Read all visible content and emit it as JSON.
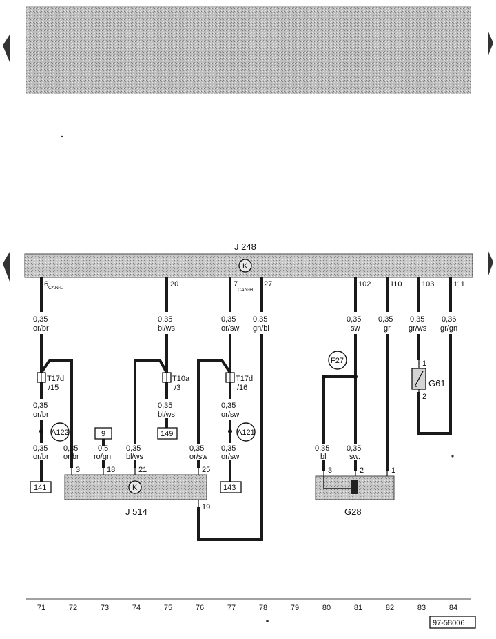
{
  "components": {
    "J248": {
      "label": "J 248",
      "symbol": "K"
    },
    "J514": {
      "label": "J 514",
      "symbol": "K"
    },
    "G28": {
      "label": "G28"
    },
    "G61": {
      "label": "G61"
    },
    "F27": {
      "label": "F27"
    }
  },
  "connectors": {
    "T17d_15": {
      "name": "T17d",
      "pin": "/15"
    },
    "T10a_3": {
      "name": "T10a",
      "pin": "/3"
    },
    "T17d_16": {
      "name": "T17d",
      "pin": "/16"
    }
  },
  "junctions": {
    "A122": "A122",
    "A121": "A121"
  },
  "j248_pins": {
    "p6": "6",
    "can_l": "CAN-L",
    "p20": "20",
    "p7": "7",
    "can_h": "CAN-H",
    "p27": "27",
    "p102": "102",
    "p110": "110",
    "p103": "103",
    "p111": "111"
  },
  "wires": {
    "w6_top": {
      "size": "0,35",
      "color": "or/br"
    },
    "w20_top": {
      "size": "0,35",
      "color": "bl/ws"
    },
    "w7_top": {
      "size": "0,35",
      "color": "or/sw"
    },
    "w27_top": {
      "size": "0,35",
      "color": "gn/bl"
    },
    "w102_top": {
      "size": "0,35",
      "color": "sw"
    },
    "w110_top": {
      "size": "0,35",
      "color": "gr"
    },
    "w103_top": {
      "size": "0,35",
      "color": "gr/ws"
    },
    "w111_top": {
      "size": "0,36",
      "color": "gr/gn"
    },
    "w6_mid": {
      "size": "0,35",
      "color": "or/br"
    },
    "w20_mid": {
      "size": "0,35",
      "color": "bl/ws"
    },
    "w7_mid": {
      "size": "0,35",
      "color": "or/sw"
    },
    "w71_bot": {
      "size": "0,35",
      "color": "or/br"
    },
    "w72_bot": {
      "size": "0,35",
      "color": "or/br"
    },
    "w73_bot": {
      "size": "0,5",
      "color": "ro/gn"
    },
    "w74_bot": {
      "size": "0,35",
      "color": "bl/ws"
    },
    "w76_bot": {
      "size": "0,35",
      "color": "or/sw"
    },
    "w77_bot": {
      "size": "0,35",
      "color": "or/sw"
    },
    "w80_bot": {
      "size": "0,35",
      "color": "bl"
    },
    "w81_bot": {
      "size": "0,35",
      "color": "sw."
    }
  },
  "refs": {
    "r141": "141",
    "r9": "9",
    "r149": "149",
    "r143": "143"
  },
  "j514_pins": {
    "p3": "3",
    "p18": "18",
    "p21": "21",
    "p25": "25",
    "p19": "19"
  },
  "g28_pins": {
    "p3": "3",
    "p2": "2",
    "p1": "1"
  },
  "g61_pins": {
    "p1": "1",
    "p2": "2"
  },
  "columns": [
    "71",
    "72",
    "73",
    "74",
    "75",
    "76",
    "77",
    "78",
    "79",
    "80",
    "81",
    "82",
    "83",
    "84"
  ],
  "doc_id": "97-58006"
}
